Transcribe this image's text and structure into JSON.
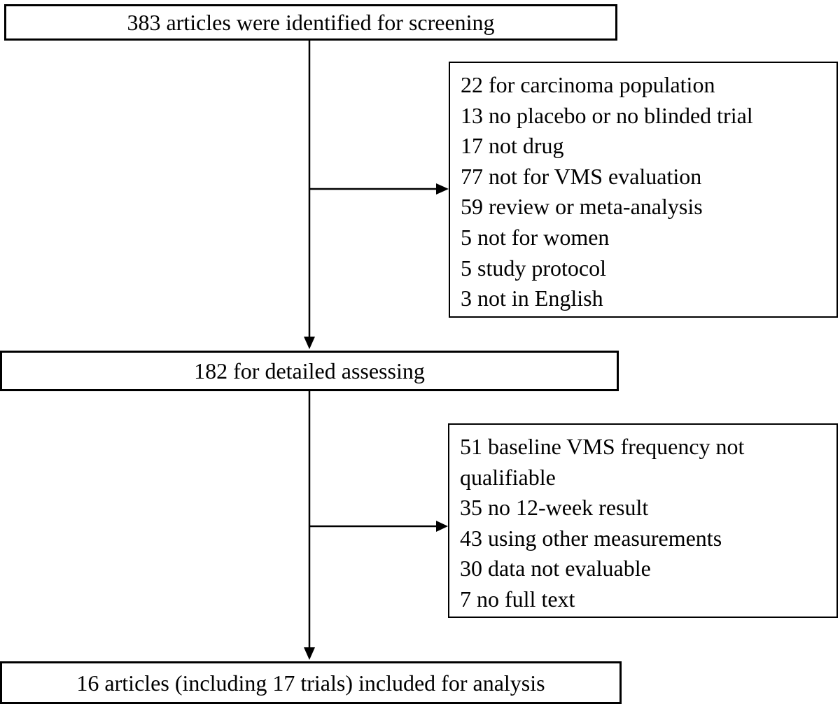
{
  "diagram": {
    "background_color": "#ffffff",
    "line_color": "#000000",
    "text_color": "#000000",
    "boxes": {
      "screening": {
        "label": "383 articles were identified for screening"
      },
      "excluded_at_screening": {
        "lines": [
          "22 for carcinoma population",
          "13 no placebo or no blinded trial",
          "17 not drug",
          "77 not for VMS evaluation",
          "59 review or meta-analysis",
          "5 not for women",
          "5 study protocol",
          "3 not in English"
        ]
      },
      "detailed_assessing": {
        "label": "182 for detailed assessing"
      },
      "excluded_at_assessing": {
        "lines": [
          "51 baseline VMS frequency not qualifiable",
          "35 no 12-week result",
          "43 using other measurements",
          "30 data not evaluable",
          "7 no full text"
        ]
      },
      "included": {
        "label": "16 articles (including 17 trials) included for analysis"
      }
    }
  }
}
